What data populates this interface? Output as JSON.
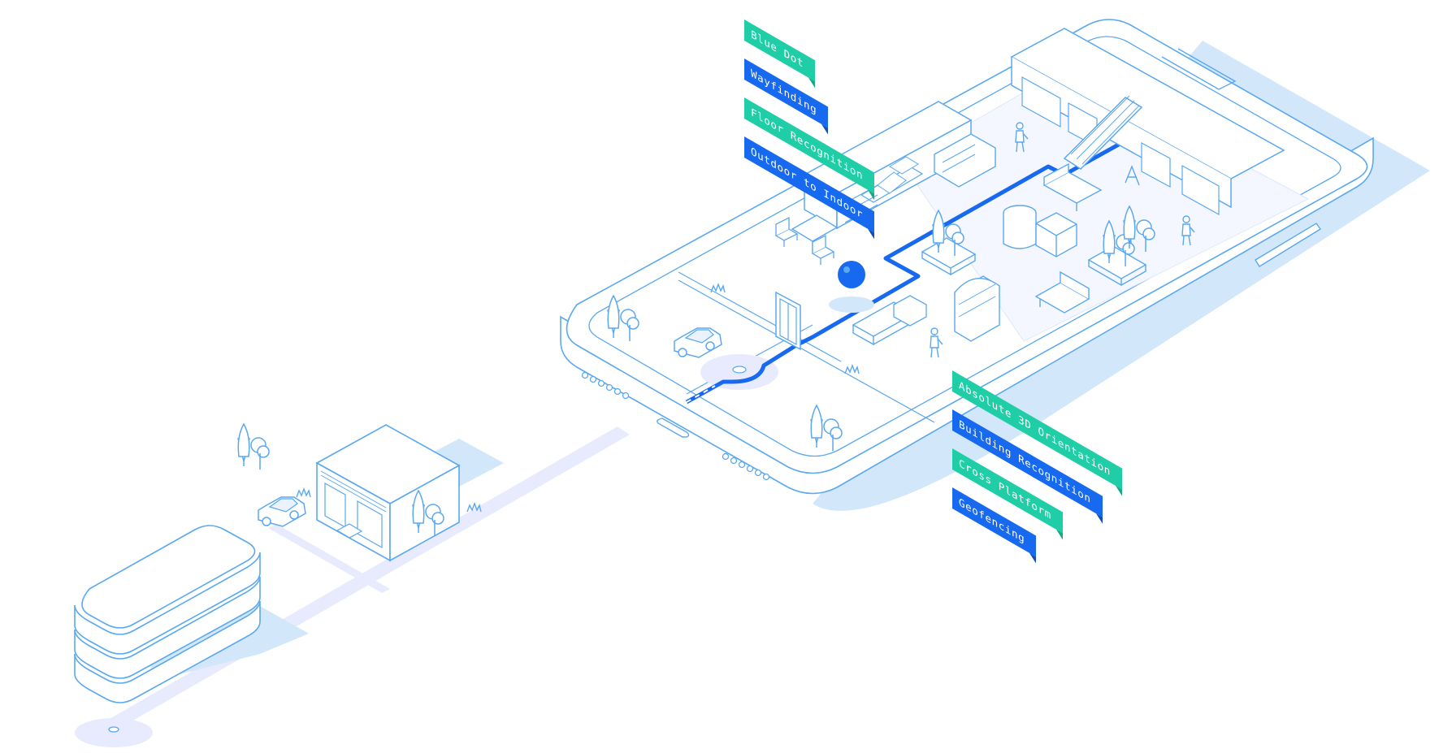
{
  "colors": {
    "line": "#5aa8f0",
    "shadow": "#d3e7fb",
    "path": "#e7ebfd",
    "route": "#1769f0",
    "teal_tag": "#1fcea6",
    "blue_tag": "#1769f0",
    "background": "#ffffff"
  },
  "top_tags": [
    {
      "label": "Blue Dot",
      "color": "teal"
    },
    {
      "label": "Wayfinding",
      "color": "blue"
    },
    {
      "label": "Floor Recognition",
      "color": "teal"
    },
    {
      "label": "Outdoor to Indoor",
      "color": "blue"
    }
  ],
  "bottom_tags": [
    {
      "label": "Absolute 3D Orientation",
      "color": "teal"
    },
    {
      "label": "Building Recognition",
      "color": "blue"
    },
    {
      "label": "Cross Platform",
      "color": "teal"
    },
    {
      "label": "Geofencing",
      "color": "blue"
    }
  ],
  "icons": {
    "phone": "smartphone-icon",
    "blue_dot": "location-dot-icon",
    "route_arrow": "arrow-icon",
    "car": "car-icon",
    "tree": "tree-icon",
    "person": "person-icon",
    "escalator": "escalator-icon",
    "shop": "shop-icon",
    "door": "door-icon"
  }
}
